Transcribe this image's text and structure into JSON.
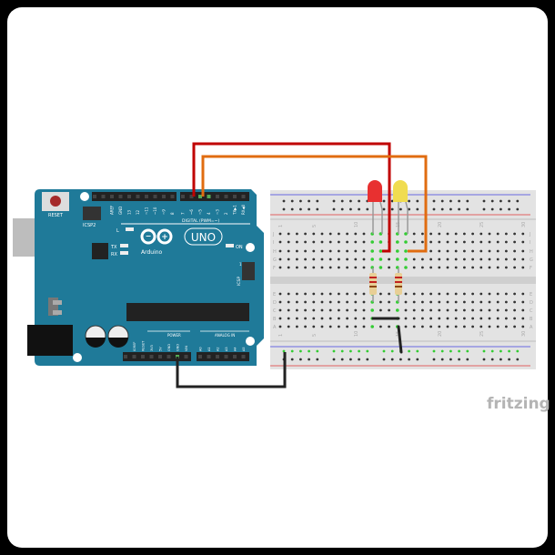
{
  "arduino": {
    "reset_label": "RESET",
    "icsp2_label": "ICSP2",
    "icsp_label": "ICSP",
    "icsp_pin1": "1",
    "digital_pins": [
      "AREF",
      "GND",
      "13",
      "12",
      "~11",
      "~10",
      "~9",
      "8",
      "7",
      "~6",
      "~5",
      "4",
      "~3",
      "2",
      "TX▶1",
      "RX◀0"
    ],
    "digital_label": "DIGITAL (PWM=~)",
    "led_l": "L",
    "led_tx": "TX",
    "led_rx": "RX",
    "led_on": "ON",
    "brand": "Arduino",
    "model": "UNO",
    "power_pins": [
      "IOREF",
      "RESET",
      "3V3",
      "5V",
      "GND",
      "GND",
      "VIN"
    ],
    "power_label": "POWER",
    "analog_pins": [
      "A0",
      "A1",
      "A2",
      "A3",
      "A4",
      "A5"
    ],
    "analog_label": "ANALOG IN"
  },
  "breadboard": {
    "column_numbers": [
      "1",
      "5",
      "10",
      "15",
      "20",
      "25",
      "30"
    ],
    "rows_top": [
      "J",
      "I",
      "H",
      "G",
      "F"
    ],
    "rows_bottom": [
      "E",
      "D",
      "C",
      "B",
      "A"
    ]
  },
  "components": {
    "led1_color": "#e83030",
    "led2_color": "#f0dc50",
    "wire1_color": "#c00000",
    "wire2_color": "#e06c10",
    "ground_wire_color": "#222222"
  },
  "watermark": "fritzing"
}
